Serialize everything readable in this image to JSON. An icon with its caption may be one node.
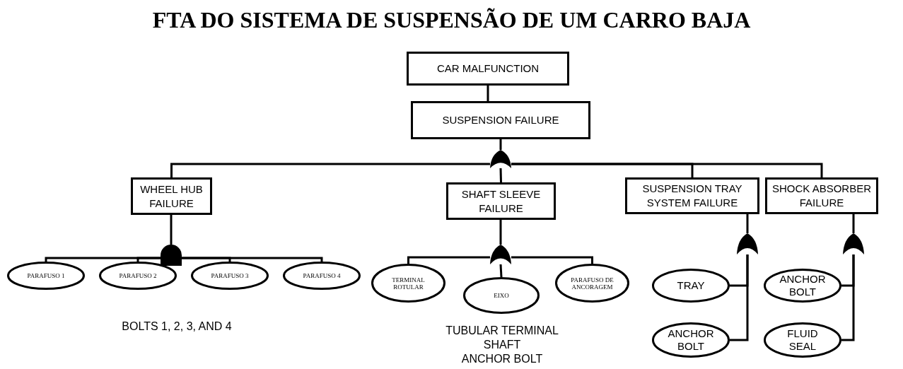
{
  "diagram": {
    "title": "FTA DO SISTEMA DE SUSPENSÃO DE UM CARRO BAJA",
    "nodes": [
      {
        "text": [
          "CAR MALFUNCTION"
        ]
      },
      {
        "text": [
          "SUSPENSION FAILURE"
        ]
      },
      {
        "text": [],
        "shape": "arch"
      },
      {
        "text": [
          "WHEEL HUB FAILURE"
        ]
      },
      {
        "text": [
          "SHAFT SLEEVE FAILURE"
        ]
      },
      {
        "text": [
          "SUSPENSION TRAY SYSTEM FAILURE"
        ]
      },
      {
        "text": [
          "SHOCK ABSORBER FAILURE"
        ]
      },
      {
        "text": [],
        "shape": "semicircle"
      },
      {
        "text": [
          "PARAFUSO 1"
        ]
      },
      {
        "text": [
          "PARAFUSO 2"
        ]
      },
      {
        "text": [
          "PARAFUSO 3"
        ]
      },
      {
        "text": [
          "PARAFUSO 4"
        ]
      },
      {
        "text": [],
        "shape": "arch"
      },
      {
        "text": [
          "TERMINAL ROTULAR"
        ]
      },
      {
        "text": [
          "EIXO"
        ]
      },
      {
        "text": [
          "PARAFUSO DE ANCORAGEM"
        ]
      },
      {
        "text": [],
        "shape": "arch"
      },
      {
        "text": [
          "TRAY"
        ]
      },
      {
        "text": [
          "ANCHOR BOLT"
        ]
      },
      {
        "text": [],
        "shape": "arch"
      },
      {
        "text": [
          "ANCHOR BOLT"
        ]
      },
      {
        "text": [
          "FLUID SEAL"
        ]
      }
    ],
    "edges": [
      {
        "from": 0,
        "to": 1,
        "arrow": "none"
      },
      {
        "from": 1,
        "to": 2,
        "arrow": "none"
      },
      {
        "from": 2,
        "to": 3,
        "arrow": "none"
      },
      {
        "from": 2,
        "to": 4,
        "arrow": "none"
      },
      {
        "from": 2,
        "to": 5,
        "arrow": "none"
      },
      {
        "from": 2,
        "to": 6,
        "arrow": "none"
      },
      {
        "from": 3,
        "to": 7,
        "arrow": "none"
      },
      {
        "from": 7,
        "to": 8,
        "arrow": "none"
      },
      {
        "from": 7,
        "to": 9,
        "arrow": "none"
      },
      {
        "from": 7,
        "to": 10,
        "arrow": "none"
      },
      {
        "from": 7,
        "to": 11,
        "arrow": "none"
      },
      {
        "from": 4,
        "to": 12,
        "arrow": "none"
      },
      {
        "from": 12,
        "to": 13,
        "arrow": "none"
      },
      {
        "from": 12,
        "to": 14,
        "arrow": "none"
      },
      {
        "from": 12,
        "to": 15,
        "arrow": "none"
      },
      {
        "from": 5,
        "to": 16,
        "arrow": "none"
      },
      {
        "from": 16,
        "to": 17,
        "arrow": "none"
      },
      {
        "from": 16,
        "to": 18,
        "arrow": "none"
      },
      {
        "from": 6,
        "to": 19,
        "arrow": "none"
      },
      {
        "from": 19,
        "to": 20,
        "arrow": "none"
      },
      {
        "from": 19,
        "to": 21,
        "arrow": "none"
      }
    ],
    "labels": [
      "BOLTS 1, 2, 3, AND 4",
      "TUBULAR TERMINAL",
      "SHAFT",
      "ANCHOR BOLT"
    ]
  }
}
